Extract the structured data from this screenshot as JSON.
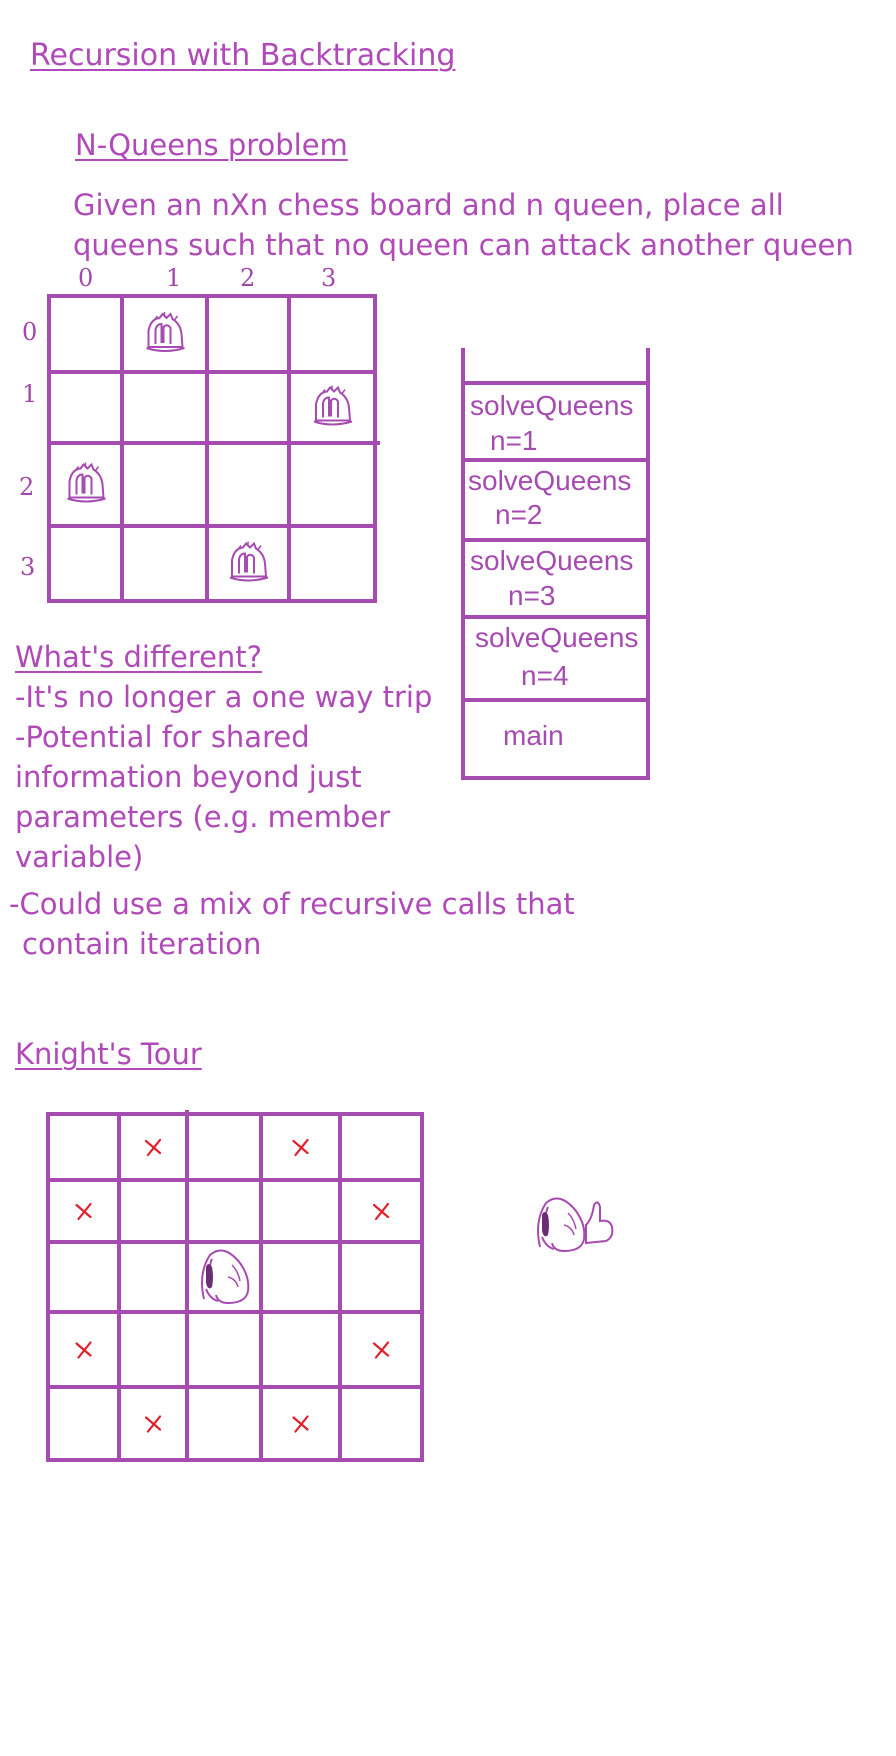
{
  "title": "Recursion with Backtracking",
  "nqueens": {
    "heading": "N-Queens problem",
    "description_line1": "Given an nXn chess board and n queen, place all",
    "description_line2": "queens such that no queen can attack another queen",
    "column_labels": [
      "0",
      "1",
      "2",
      "3"
    ],
    "row_labels": [
      "0",
      "1",
      "2",
      "3"
    ],
    "queen_positions": [
      {
        "row": 0,
        "col": 1
      },
      {
        "row": 1,
        "col": 3
      },
      {
        "row": 2,
        "col": 0
      },
      {
        "row": 3,
        "col": 2
      }
    ]
  },
  "call_stack": {
    "frames": [
      {
        "name": "solveQueens",
        "arg": "n=1"
      },
      {
        "name": "solveQueens",
        "arg": "n=2"
      },
      {
        "name": "solveQueens",
        "arg": "n=3"
      },
      {
        "name": "solveQueens",
        "arg": "n=4"
      },
      {
        "name": "main",
        "arg": ""
      }
    ]
  },
  "differences": {
    "heading": "What's different?",
    "point1": "-It's no longer a one way trip",
    "point2_line1": "-Potential for shared",
    "point2_line2": "information beyond just",
    "point2_line3": "parameters (e.g. member",
    "point2_line4": "variable)",
    "point3_line1": "-Could use a mix of recursive calls that",
    "point3_line2": "contain iteration"
  },
  "knights_tour": {
    "heading": "Knight's Tour",
    "board_size": 5,
    "knight": {
      "row": 2,
      "col": 2
    },
    "moves": [
      {
        "row": 0,
        "col": 1
      },
      {
        "row": 0,
        "col": 3
      },
      {
        "row": 1,
        "col": 0
      },
      {
        "row": 1,
        "col": 4
      },
      {
        "row": 3,
        "col": 0
      },
      {
        "row": 3,
        "col": 4
      },
      {
        "row": 4,
        "col": 1
      },
      {
        "row": 4,
        "col": 3
      }
    ],
    "move_mark_color": "#e0202a"
  },
  "colors": {
    "ink": "#b04ab8",
    "grid": "#a64bb0",
    "move_mark": "#e0202a"
  }
}
